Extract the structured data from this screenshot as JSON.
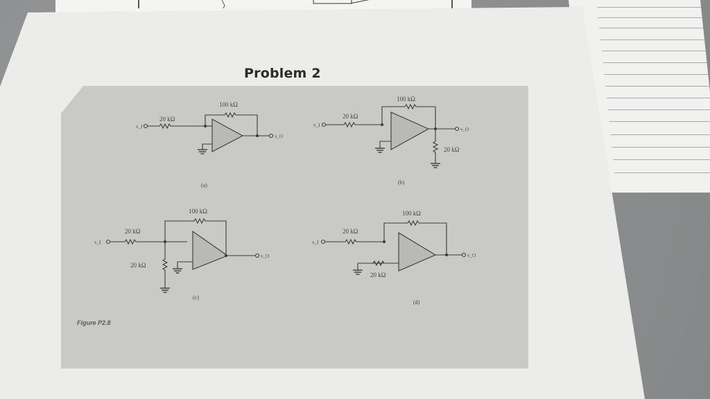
{
  "document": {
    "title": "Problem 2",
    "figure_caption": "Figure P2.8"
  },
  "circuits": [
    {
      "id": "a",
      "label": "(a)",
      "input": "v_I",
      "output": "v_O",
      "r_in": "20 kΩ",
      "r_feedback": "100 kΩ",
      "extra": ""
    },
    {
      "id": "b",
      "label": "(b)",
      "input": "v_I",
      "output": "v_O",
      "r_in": "20 kΩ",
      "r_feedback": "100 kΩ",
      "r_load": "20 kΩ"
    },
    {
      "id": "c",
      "label": "(c)",
      "input": "v_I",
      "output": "v_O",
      "r_in": "20 kΩ",
      "r_feedback": "100 kΩ",
      "r_shunt": "20 kΩ"
    },
    {
      "id": "d",
      "label": "(d)",
      "input": "v_I",
      "output": "v_O",
      "r_in": "20 kΩ",
      "r_feedback": "100 kΩ",
      "r_plus": "20 kΩ"
    }
  ],
  "colors": {
    "desk": "#8f9192",
    "paper": "#ececea",
    "figure_bg": "#c9c9c7",
    "ink": "#3a3a3a"
  }
}
